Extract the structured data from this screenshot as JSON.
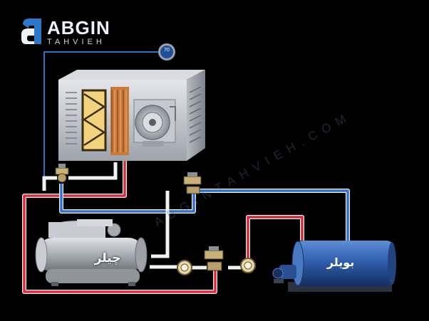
{
  "brand": {
    "logo_mark": "a",
    "name": "ABGIN",
    "subtitle": "TAHVIEH",
    "watermark": "ABGINTAHVIEH.COM"
  },
  "thermostat": {
    "display": "70"
  },
  "labels": {
    "chiller": "چیلر",
    "boiler": "بویلر"
  },
  "pipe_colors": {
    "supply": "#e0293a",
    "return": "#2f6fd0",
    "hot": "#d42a36",
    "white": "#f2f2f2"
  }
}
